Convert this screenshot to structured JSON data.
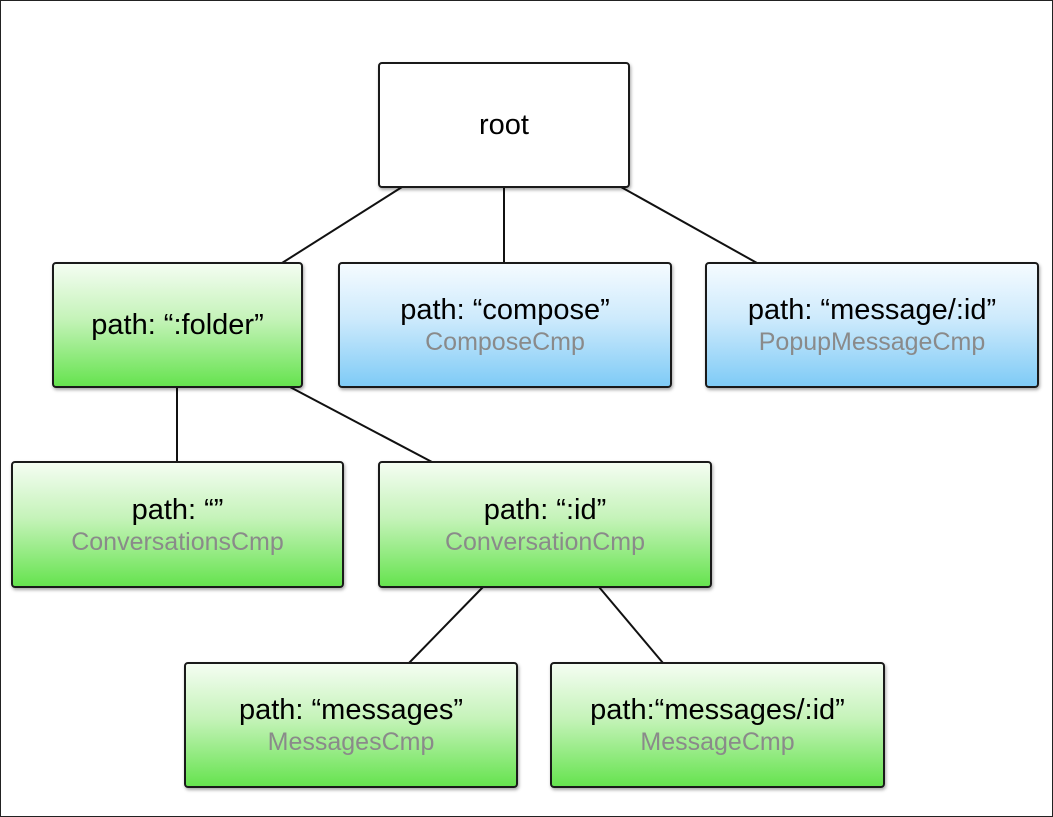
{
  "colors": {
    "green_node": "#66e34f",
    "blue_node": "#7fcbf6",
    "component_text": "#8a8a8a",
    "border": "#1a1a1a"
  },
  "nodes": {
    "root": {
      "path": "root"
    },
    "folder": {
      "path": "path: “:folder”"
    },
    "compose": {
      "path": "path: “compose”",
      "component": "ComposeCmp"
    },
    "popup": {
      "path": "path: “message/:id”",
      "component": "PopupMessageCmp"
    },
    "conversations": {
      "path": "path: “”",
      "component": "ConversationsCmp"
    },
    "conversation": {
      "path": "path: “:id”",
      "component": "ConversationCmp"
    },
    "messages": {
      "path": "path: “messages”",
      "component": "MessagesCmp"
    },
    "message": {
      "path": "path:“messages/:id”",
      "component": "MessageCmp"
    }
  }
}
